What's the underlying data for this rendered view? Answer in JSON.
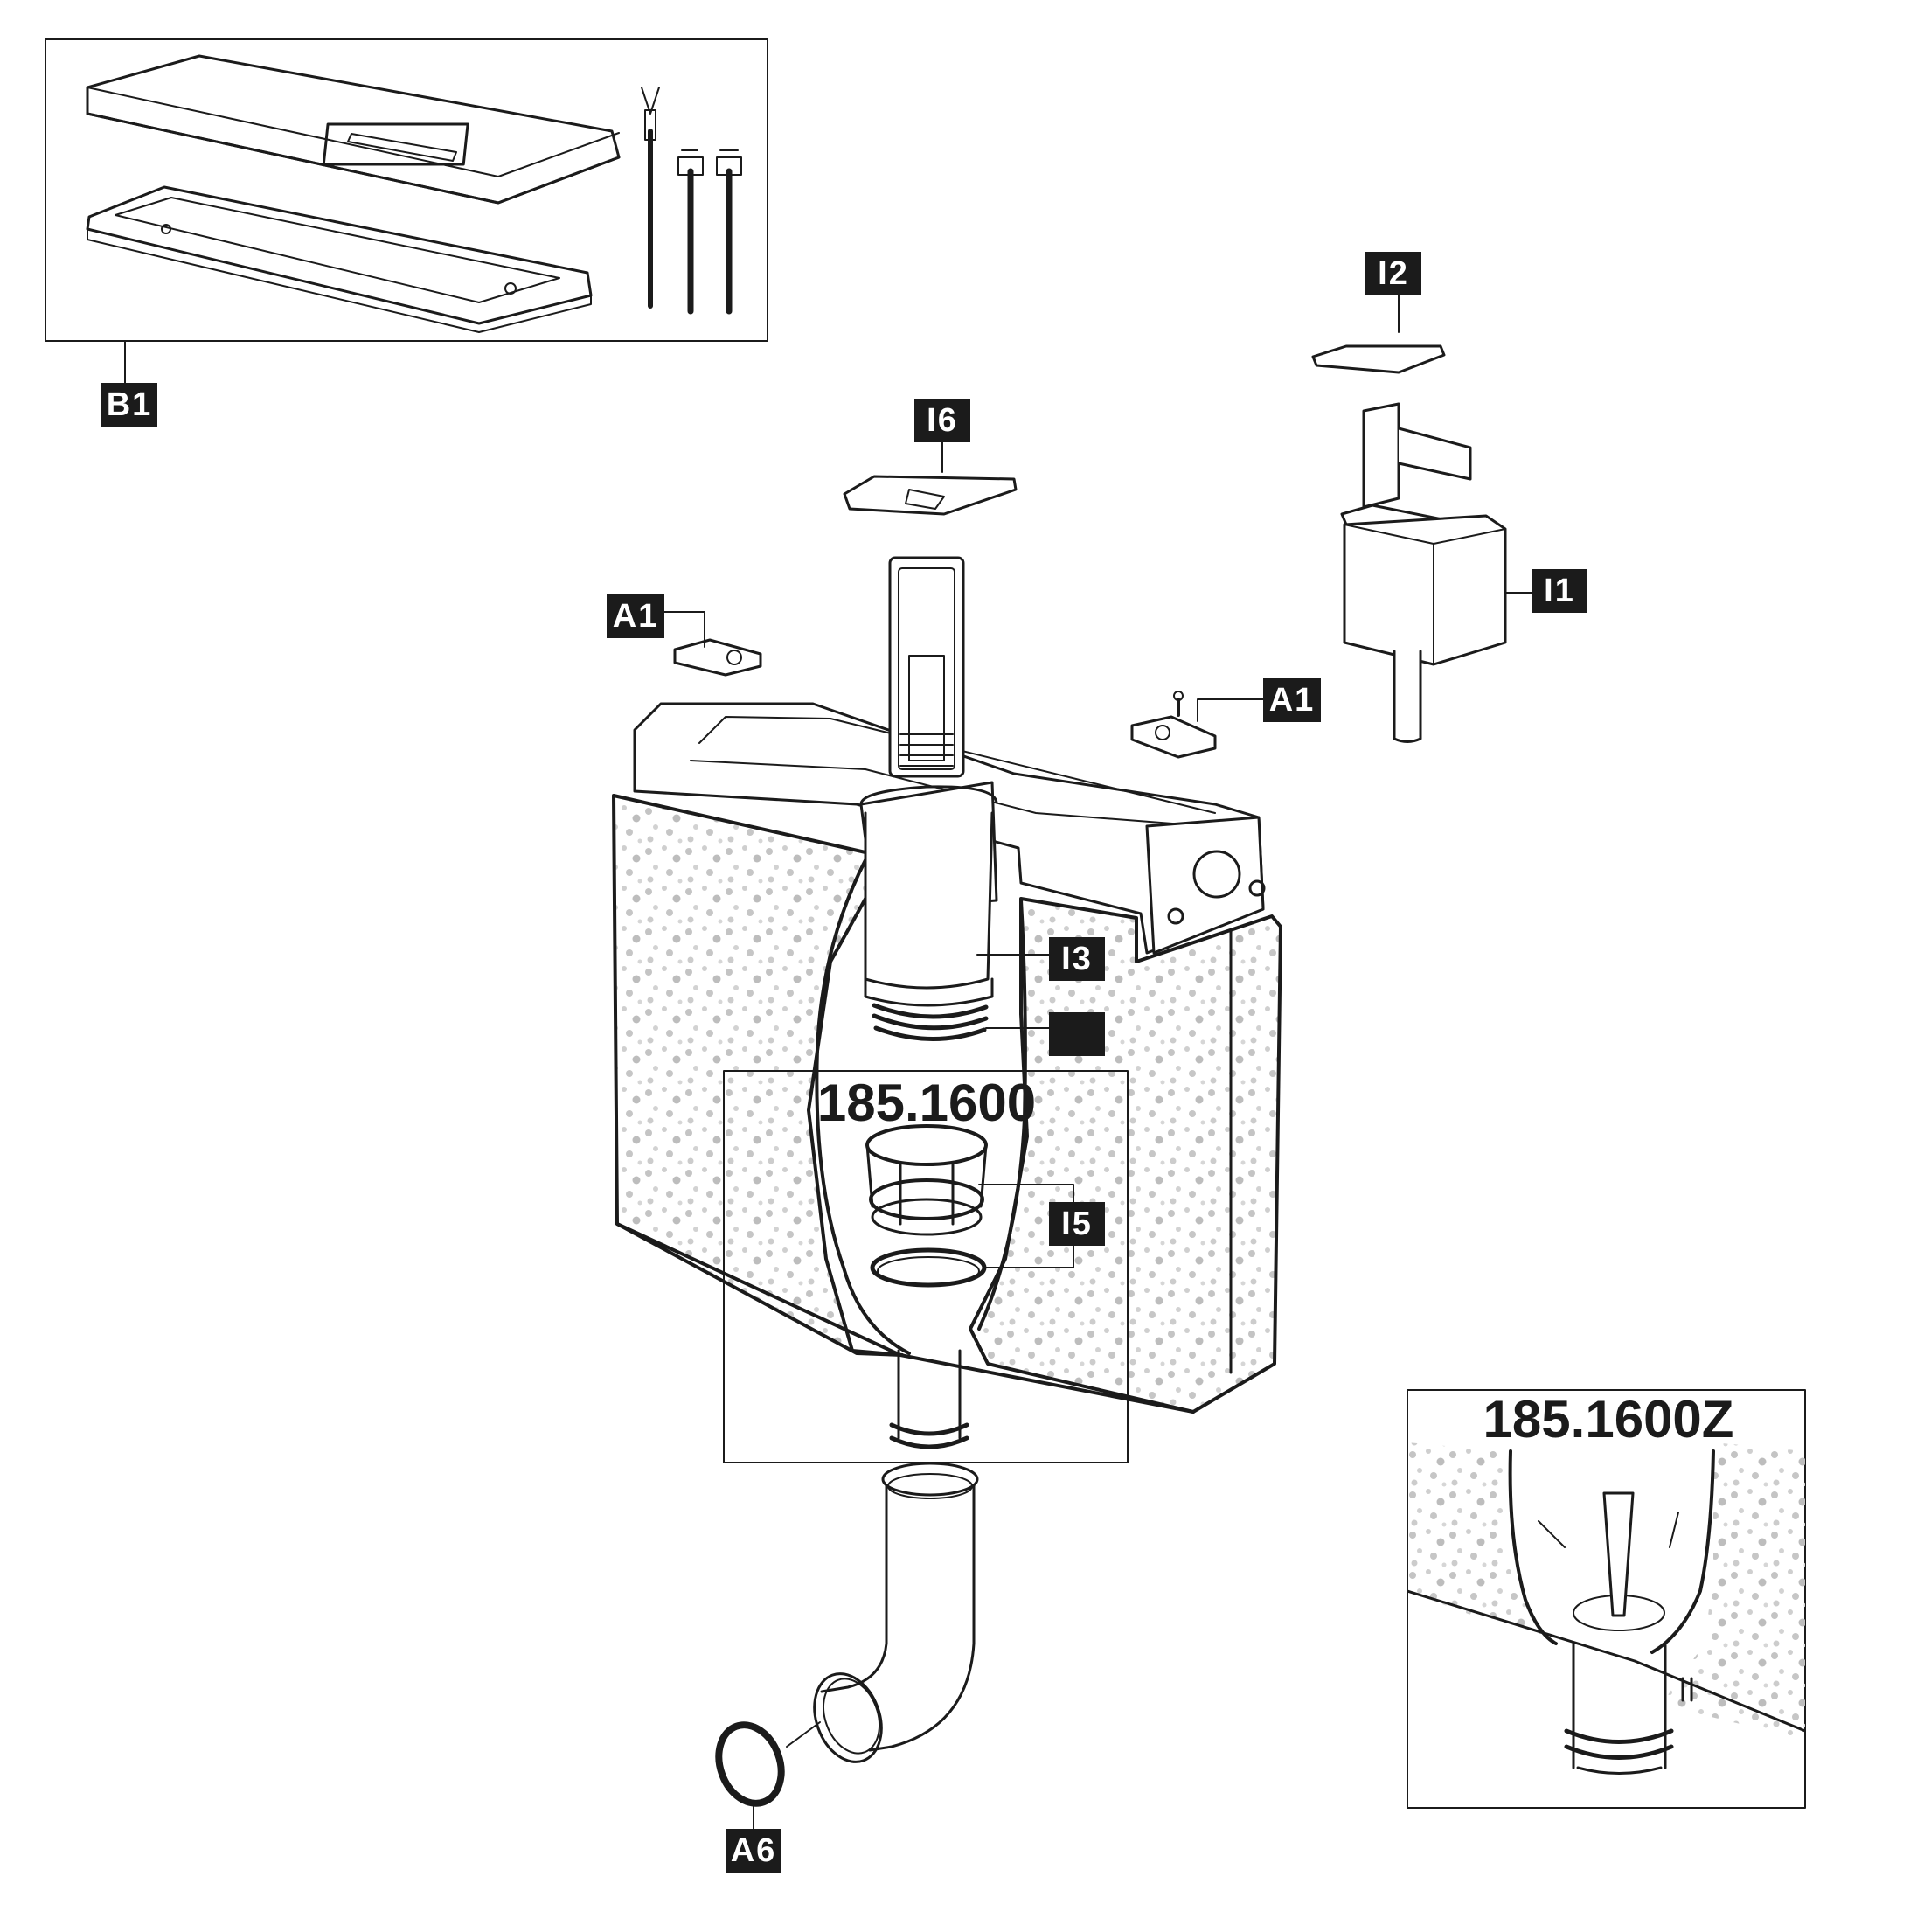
{
  "colors": {
    "ink": "#1b1b1b",
    "label_bg": "#1b1b1b",
    "label_text": "#ffffff",
    "speckle": "#b8b8b8"
  },
  "labels": {
    "b1": "B1",
    "i2": "I2",
    "i6": "I6",
    "i1": "I1",
    "a1_left": "A1",
    "a1_right": "A1",
    "i3": "I3",
    "i4": "",
    "i5": "I5",
    "a6": "A6"
  },
  "codes": {
    "inset_main": "185.1600",
    "inset_detail": "185.1600Z"
  }
}
